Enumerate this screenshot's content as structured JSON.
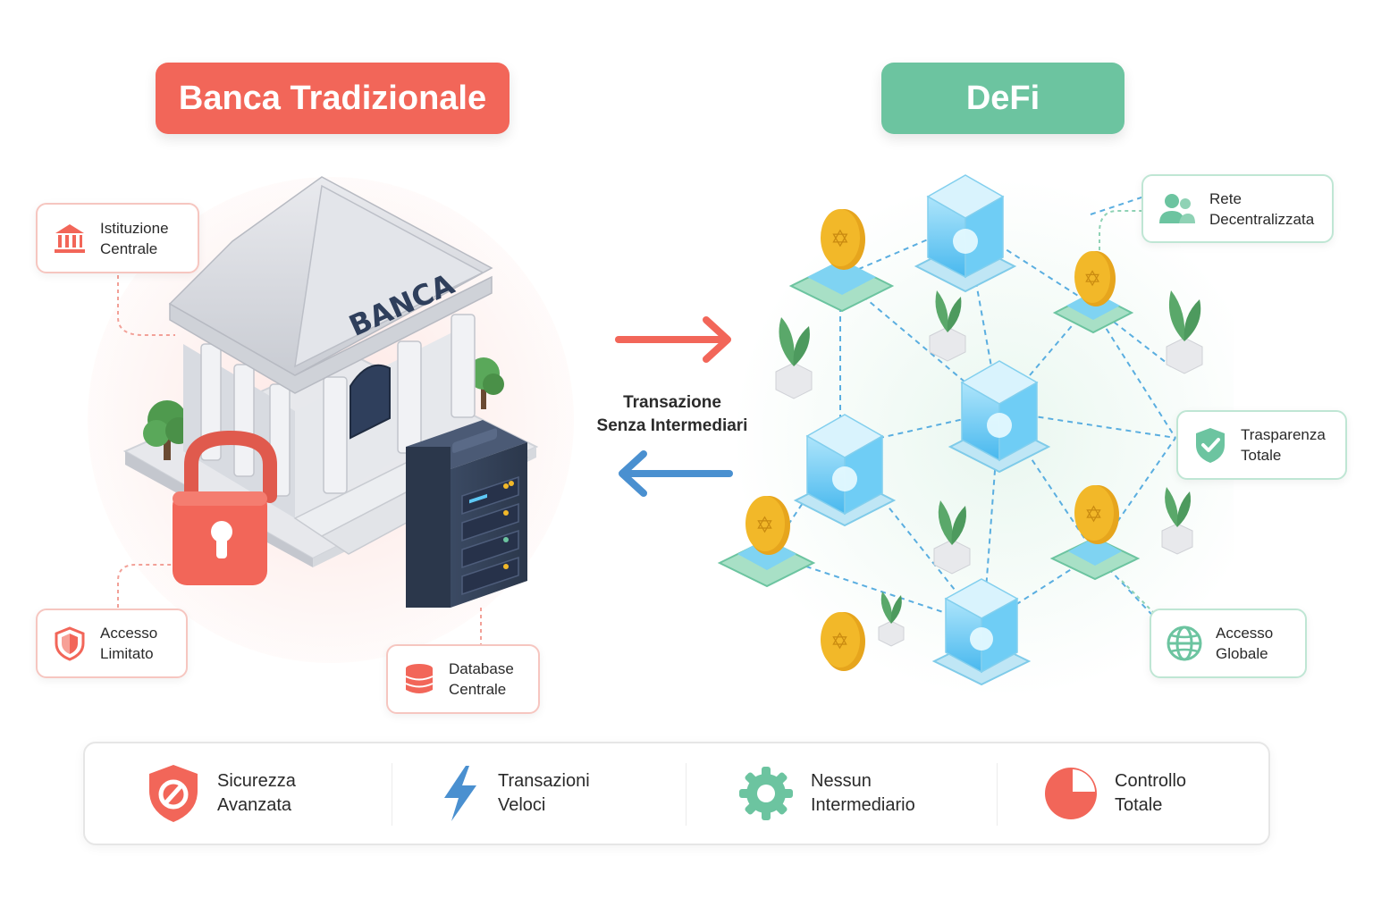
{
  "left_title": "Banca Tradizionale",
  "right_title": "DeFi",
  "bank_sign": "BANCA",
  "bank_cards": {
    "istituzione": [
      "Istituzione",
      "Centrale"
    ],
    "accesso": [
      "Accesso",
      "Limitato"
    ],
    "database": [
      "Database",
      "Centrale"
    ]
  },
  "defi_cards": {
    "rete": [
      "Rete",
      "Decentralizzata"
    ],
    "trasparenza": [
      "Trasparenza",
      "Totale"
    ],
    "accesso": [
      "Accesso",
      "Globale"
    ]
  },
  "transaction_label": [
    "Transazione",
    "Senza Intermediari"
  ],
  "features": [
    {
      "line1": "Sicurezza",
      "line2": "Avanzata",
      "icon": "shield-icon"
    },
    {
      "line1": "Transazioni",
      "line2": "Veloci",
      "icon": "lightning-icon"
    },
    {
      "line1": "Nessun",
      "line2": "Intermediario",
      "icon": "gear-icon"
    },
    {
      "line1": "Controllo",
      "line2": "Totale",
      "icon": "pie-chart-icon"
    }
  ],
  "colors": {
    "bank_red": "#f26659",
    "defi_green": "#6cc4a0",
    "arrow_red": "#f26659",
    "arrow_blue": "#4a90d0",
    "coin_gold": "#f2b829",
    "node_blue": "#5ec8f5"
  }
}
